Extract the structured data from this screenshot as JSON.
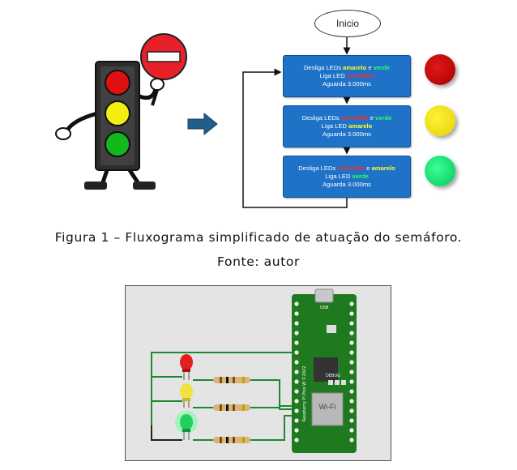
{
  "flowchart": {
    "start_label": "Inicio",
    "steps": [
      {
        "parts": [
          {
            "t": "Desliga LEDs ",
            "c": ""
          },
          {
            "t": "amarelo",
            "c": "y"
          },
          {
            "t": " e ",
            "c": ""
          },
          {
            "t": "verde",
            "c": "g"
          }
        ],
        "line2": [
          {
            "t": "Liga LED ",
            "c": ""
          },
          {
            "t": "vermelho",
            "c": "r"
          }
        ],
        "line3": "Aguarda 3.000ms"
      },
      {
        "parts": [
          {
            "t": "Desliga LEDs ",
            "c": ""
          },
          {
            "t": "vermelho",
            "c": "r"
          },
          {
            "t": " e ",
            "c": ""
          },
          {
            "t": "verde",
            "c": "g"
          }
        ],
        "line2": [
          {
            "t": "Liga LED ",
            "c": ""
          },
          {
            "t": "amarelo",
            "c": "y"
          }
        ],
        "line3": "Aguarda 3.000ms"
      },
      {
        "parts": [
          {
            "t": "Desliga LEDs ",
            "c": ""
          },
          {
            "t": "vermelho",
            "c": "r"
          },
          {
            "t": " e ",
            "c": ""
          },
          {
            "t": "amarelo",
            "c": "y"
          }
        ],
        "line2": [
          {
            "t": "Liga LED ",
            "c": ""
          },
          {
            "t": "verde",
            "c": "g"
          }
        ],
        "line3": "Aguarda 3.000ms"
      }
    ],
    "lights": [
      "#d40000",
      "#ffe600",
      "#00e676"
    ]
  },
  "captions": {
    "figure": "Figura 1 – Fluxograma simplificado de atuação do semáforo.",
    "source": "Fonte: autor"
  },
  "board": {
    "wifi_label": "Wi-Fi",
    "debug_label": "DEBUG",
    "usb_label": "USB",
    "name_label": "Raspberry Pi Pico W ©2022"
  },
  "colors": {
    "flow_box": "#1e73c8",
    "board": "#1f7a1f",
    "wire": "#1a8a2e"
  }
}
